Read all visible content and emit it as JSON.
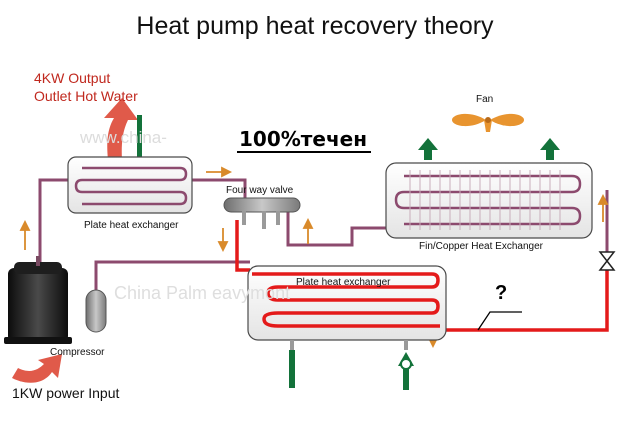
{
  "title": "Heat pump heat recovery theory",
  "output_label": {
    "line1": "4KW Output",
    "line2": "Outlet Hot Water"
  },
  "watermark": {
    "top": "www.china-",
    "bottom": "China Palm  eavymont"
  },
  "flow_label": "100%течен",
  "fan_label": "Fan",
  "plate_hx_top_label": "Plate heat exchanger",
  "four_way_valve_label": "Four way valve",
  "fin_copper_label": "Fin/Copper Heat Exchanger",
  "plate_hx_bottom_label": "Plate heat exchanger",
  "question_label": "?",
  "compressor_label": "Compressor",
  "power_input_label": "1KW power Input",
  "colors": {
    "pipe": "#8c4a6e",
    "red_pipe": "#e41a1a",
    "hot_arrow": "#e05a4a",
    "green": "#13723a",
    "flow_arrow": "#d98a2b",
    "fan": "#e8942f"
  }
}
